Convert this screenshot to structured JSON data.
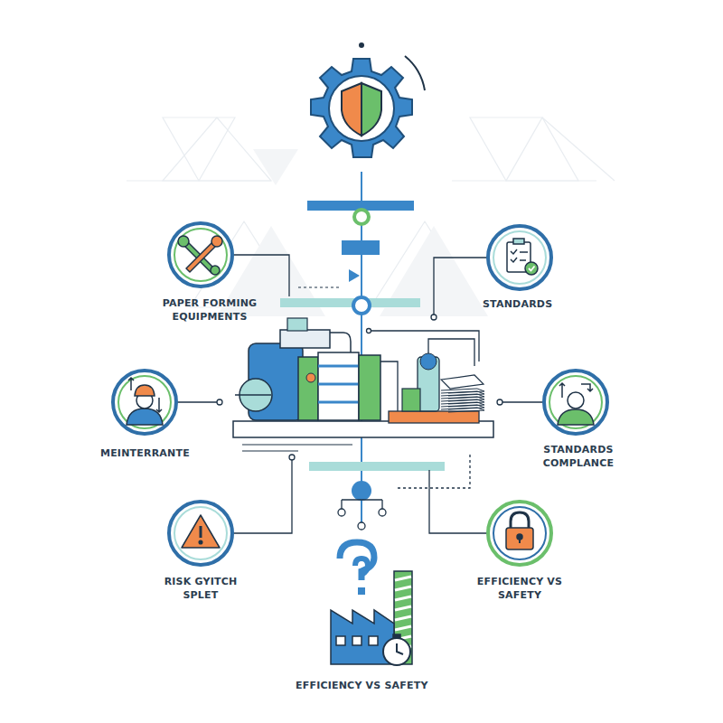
{
  "diagram": {
    "nodes": [
      {
        "text": [
          "PAPER FORMING EQUIPMENTS"
        ]
      },
      {
        "text": [
          "STANDARDS"
        ]
      },
      {
        "text": [
          "MEINTERRANTE"
        ]
      },
      {
        "text": [
          "STANDARDS COMPLANCE"
        ]
      },
      {
        "text": [
          "RISK GYITCH SPLET"
        ]
      },
      {
        "text": [
          "EFFICIENCY VS SAFETY"
        ]
      },
      {
        "text": [
          "EFFICIENCY VS SAFETY"
        ]
      }
    ]
  }
}
